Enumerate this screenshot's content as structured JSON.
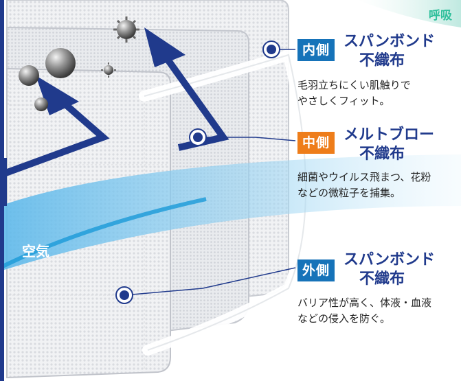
{
  "header": {
    "top_right_text": "呼吸"
  },
  "layers": [
    {
      "tag": "内側",
      "title_line1": "スパンボンド",
      "title_line2": "不織布",
      "description_line1": "毛羽立ちにくい肌触りで",
      "description_line2": "やさしくフィット。"
    },
    {
      "tag": "中側",
      "title_line1": "メルトブロー",
      "title_line2": "不織布",
      "description_line1": "細菌やウイルス飛まつ、花粉",
      "description_line2": "などの微粒子を捕集。"
    },
    {
      "tag": "外側",
      "title_line1": "スパンボンド",
      "title_line2": "不織布",
      "description_line1": "バリア性が高く、体液・血液",
      "description_line2": "などの侵入を防ぐ。"
    }
  ],
  "air_label": "空気",
  "colors": {
    "navy": "#203a8c",
    "tag_blue": "#1673b9",
    "tag_orange": "#ee7d1a",
    "teal": "#2fbf9b",
    "sky": "#7cc7ee"
  }
}
